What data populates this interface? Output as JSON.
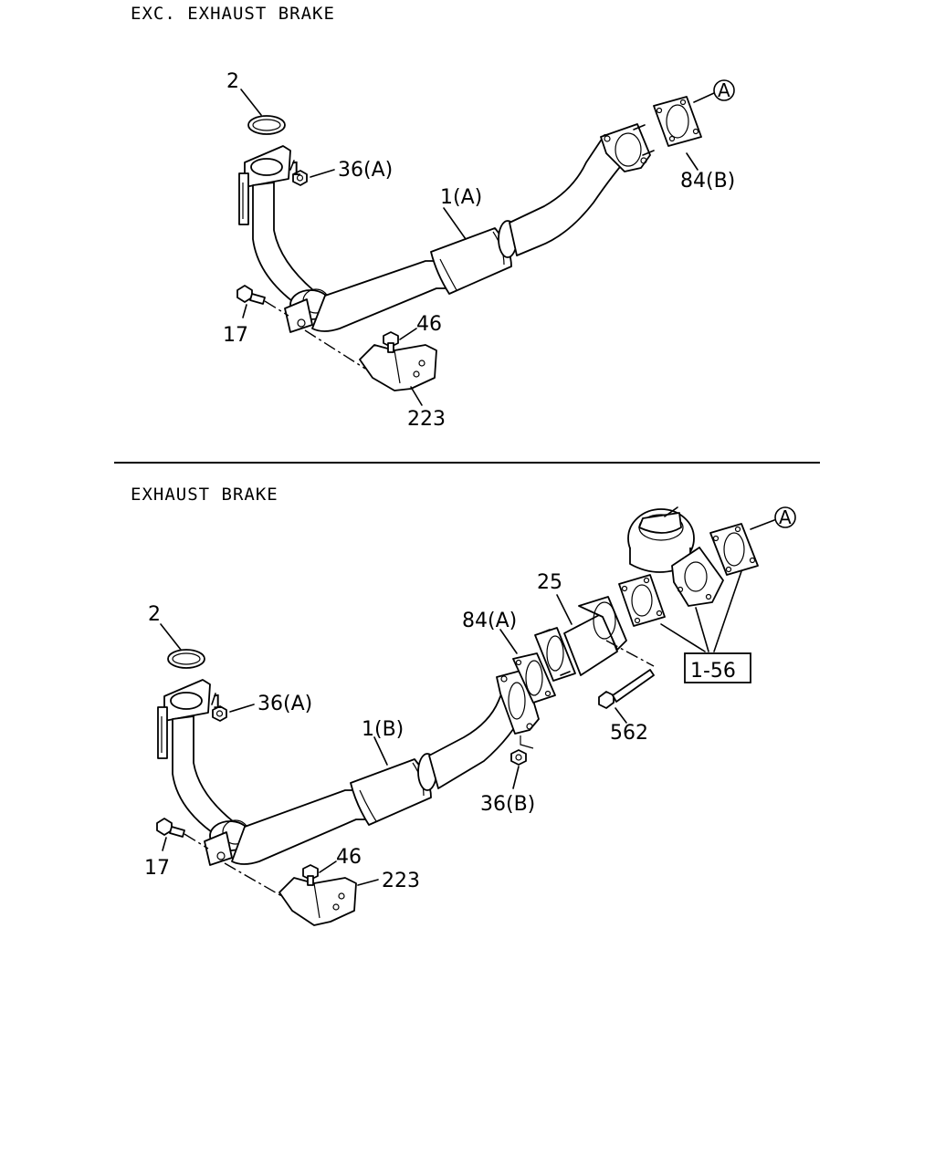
{
  "sections": [
    {
      "title": "EXC. EXHAUST BRAKE",
      "callouts": {
        "ring": "2",
        "flange_nut_ref": "1",
        "nut": "36(A)",
        "pipe": "1(A)",
        "gasket": "84(B)",
        "ref_circle": "A",
        "bolt": "17",
        "bracket_bolt": "46",
        "bracket": "223"
      }
    },
    {
      "title": "EXHAUST BRAKE",
      "callouts": {
        "ring": "2",
        "flange_nut_ref": "1",
        "nut": "36(A)",
        "pipe": "1(B)",
        "gasket": "84(A)",
        "adapter": "25",
        "ref_circle": "A",
        "assembly_box": "1-56",
        "long_bolt": "562",
        "nut_b": "36(B)",
        "bolt": "17",
        "bracket_bolt": "46",
        "bracket": "223"
      }
    }
  ]
}
